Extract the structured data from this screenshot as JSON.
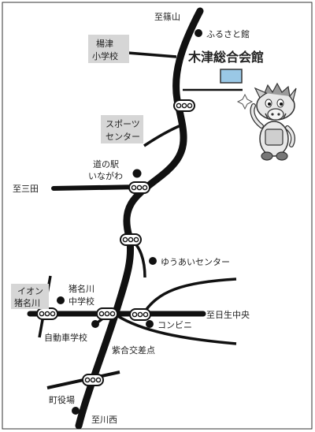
{
  "colors": {
    "road": "#111111",
    "frame": "#333333",
    "label_box": "#d6d6d6",
    "title": "#1a9ad6",
    "building": "#9ac8e6",
    "background": "#ffffff"
  },
  "title": "木津総合会館",
  "directions": {
    "north": "至篠山",
    "west": "至三田",
    "east": "至日生中央",
    "south": "至川西"
  },
  "places": {
    "furusato": "ふるさと館",
    "yazu_school_1": "楊津",
    "yazu_school_2": "小学校",
    "sports_center_1": "スポーツ",
    "sports_center_2": "センター",
    "michinoeki_1": "道の駅",
    "michinoeki_2": "いながわ",
    "yuai_center": "ゆうあいセンター",
    "aeon_1": "イオン",
    "aeon_2": "猪名川",
    "inagawa_jhs_1": "猪名川",
    "inagawa_jhs_2": "中学校",
    "driving_school": "自動車学校",
    "convenience": "コンビニ",
    "intersection": "紫合交差点",
    "town_office": "町役場"
  },
  "icons": {
    "signal": "traffic-signal-icon",
    "mascot": "boar-mascot-icon",
    "building": "building-icon",
    "landmark": "landmark-dot-icon"
  }
}
